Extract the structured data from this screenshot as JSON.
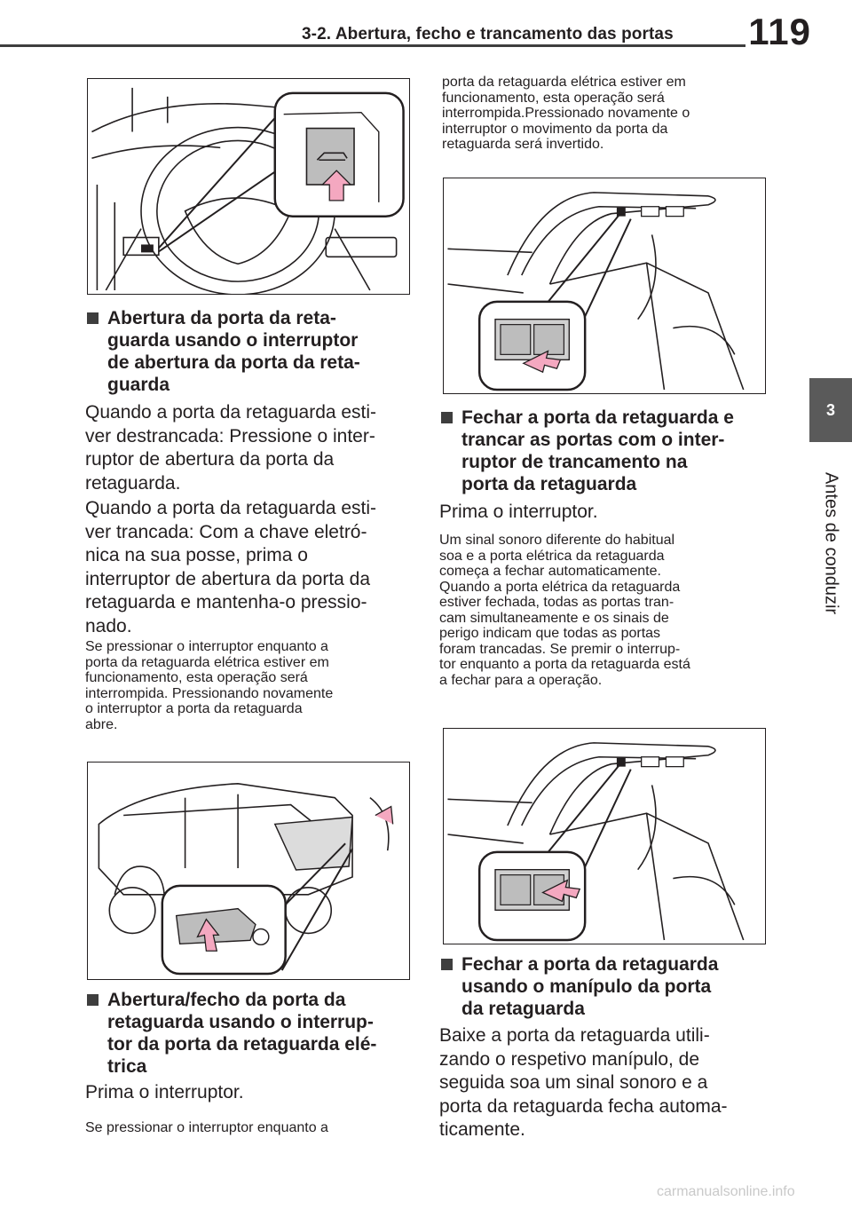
{
  "header": {
    "title": "3-2. Abertura, fecho e trancamento das portas",
    "page_number": "119"
  },
  "side_tab": {
    "chapter": "3",
    "label": "Antes de conduzir"
  },
  "left": {
    "h1": "Abertura da porta da reta-\nguarda usando o interruptor\nde abertura da porta da reta-\nguarda",
    "p1": "Quando a porta da retaguarda esti-\nver destrancada: Pressione o inter-\nruptor de abertura da porta da\nretaguarda.",
    "p2": "Quando a porta da retaguarda esti-\nver trancada: Com a chave eletró-\nnica na sua posse, prima o\ninterruptor de abertura da porta da\nretaguarda e mantenha-o pressio-\nnado.",
    "note1": "Se pressionar o interruptor enquanto a\nporta da retaguarda elétrica estiver em\nfuncionamento, esta operação será\ninterrompida. Pressionando novamente\no interruptor a porta da retaguarda\nabre.",
    "h2": "Abertura/fecho da porta da\nretaguarda usando o interrup-\ntor da porta da retaguarda elé-\ntrica",
    "p3": "Prima o interruptor.",
    "note2": "Se pressionar o interruptor enquanto a"
  },
  "right": {
    "note0": "porta da retaguarda elétrica estiver em\nfuncionamento, esta operação será\ninterrompida.Pressionado novamente o\ninterruptor o movimento da porta da\nretaguarda será invertido.",
    "h3": "Fechar a porta da retaguarda e\ntrancar as portas com o inter-\nruptor de trancamento na\nporta da retaguarda",
    "p4": "Prima o interruptor.",
    "note3": "Um sinal sonoro diferente do habitual\nsoa e a porta elétrica da retaguarda\ncomeça a fechar automaticamente.\nQuando a porta elétrica da retaguarda\nestiver fechada, todas as portas tran-\ncam simultaneamente e os sinais de\nperigo indicam que todas as portas\nforam trancadas. Se premir o interrup-\ntor enquanto a porta da retaguarda está\na fechar para a operação.",
    "h4": "Fechar a porta da retaguarda\nusando o manípulo da porta\nda retaguarda",
    "p5": "Baixe a porta da retaguarda utili-\nzando o respetivo manípulo, de\nseguida soa um sinal sonoro e a\nporta da retaguarda fecha automa-\nticamente."
  },
  "footer": {
    "watermark": "carmanualsonline.info"
  }
}
